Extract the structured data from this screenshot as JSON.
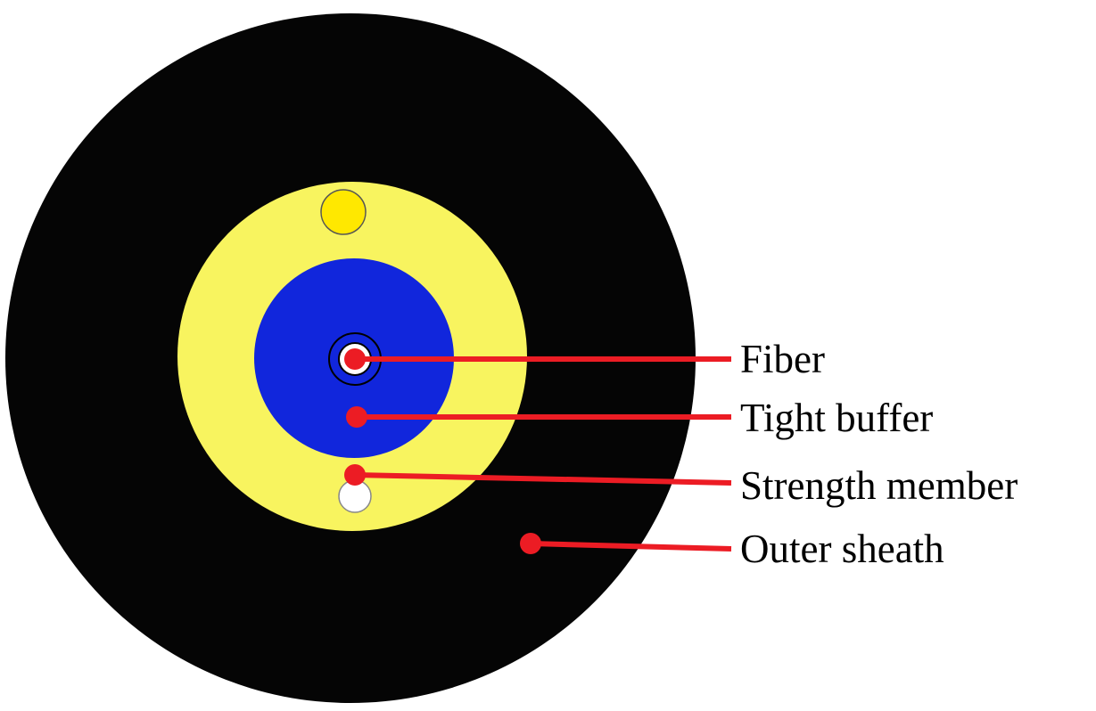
{
  "diagram": {
    "type": "fiber-optic-cable-cross-section",
    "labels": {
      "fiber": "Fiber",
      "tight_buffer": "Tight buffer",
      "strength_member": "Strength member",
      "outer_sheath": "Outer sheath"
    },
    "colors": {
      "outer_sheath": "#050505",
      "inner_layer": "#f8f45f",
      "tight_buffer": "#1126dc",
      "fiber_core": "#ffffff",
      "strength_member_dot": "#ffe800",
      "leader": "#ec1c24",
      "text": "#000000",
      "background": "#ffffff"
    }
  }
}
